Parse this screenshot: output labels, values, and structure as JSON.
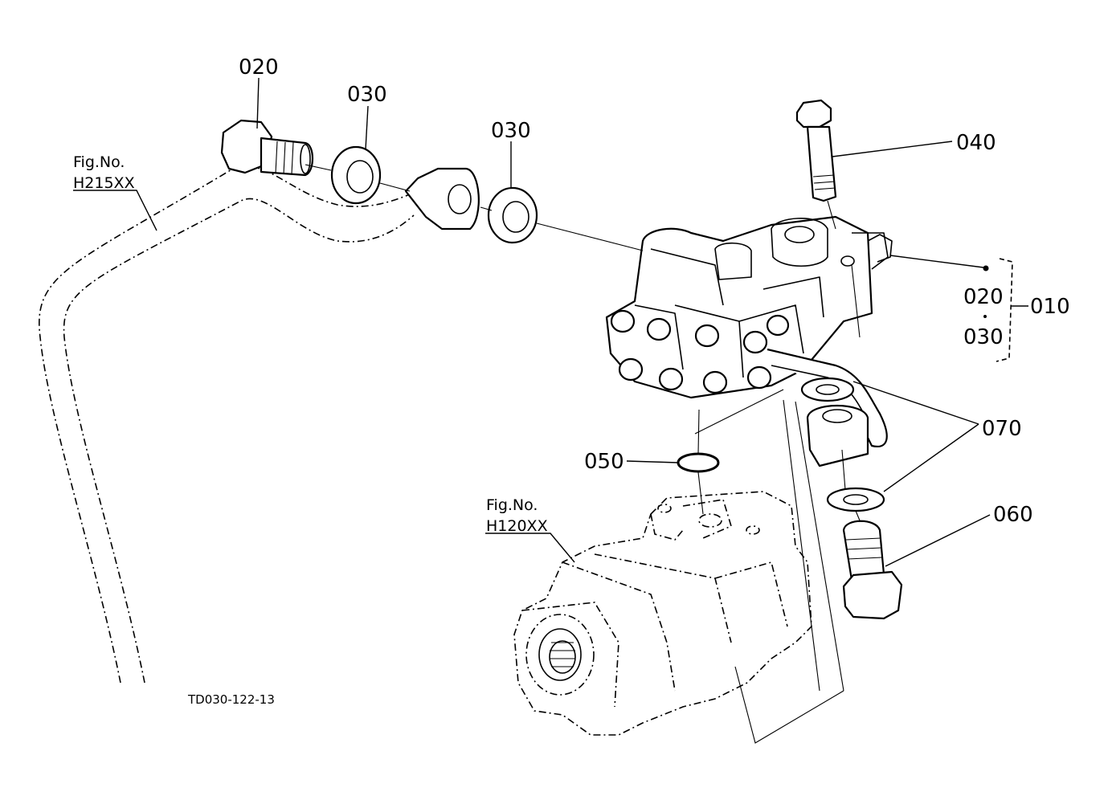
{
  "callouts": {
    "c020_top": "020",
    "c030_a": "030",
    "c030_b": "030",
    "c040": "040",
    "c020_kit": "020",
    "c030_kit": "030",
    "c010": "010",
    "c070": "070",
    "c050": "050",
    "c060": "060"
  },
  "figrefs": {
    "ref1_label": "Fig.No.",
    "ref1_code": "H215XX",
    "ref2_label": "Fig.No.",
    "ref2_code": "H120XX"
  },
  "drawing_code": "TD030-122-13"
}
